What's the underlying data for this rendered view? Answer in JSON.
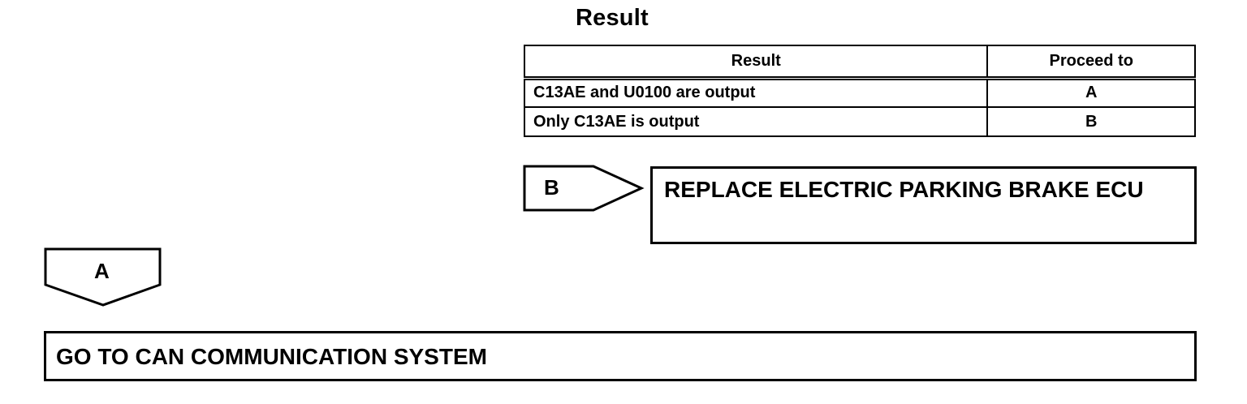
{
  "heading": "Result",
  "table": {
    "headers": [
      "Result",
      "Proceed to"
    ],
    "rows": [
      {
        "result": "C13AE and U0100 are output",
        "proceed": "A"
      },
      {
        "result": "Only C13AE is output",
        "proceed": "B"
      }
    ]
  },
  "branch_b": {
    "label": "B",
    "action": "REPLACE ELECTRIC PARKING BRAKE ECU"
  },
  "branch_a": {
    "label": "A",
    "action": "GO TO CAN COMMUNICATION SYSTEM"
  }
}
